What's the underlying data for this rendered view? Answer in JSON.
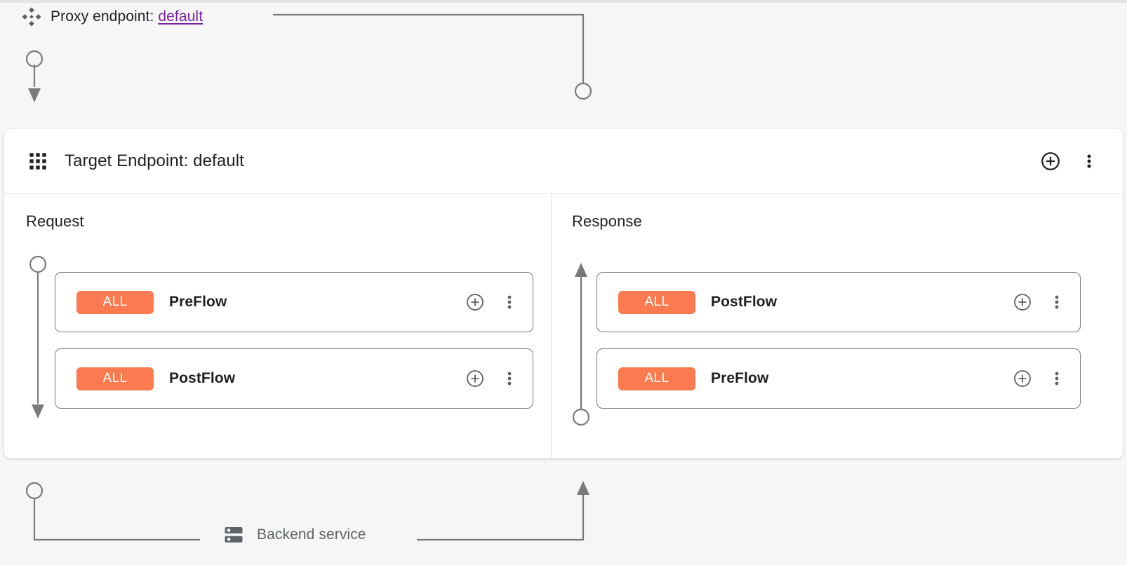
{
  "proxy": {
    "icon": "proxy-endpoint-icon",
    "label": "Proxy endpoint:",
    "endpoint_name": "default"
  },
  "target_panel": {
    "icon": "apps-grid-icon",
    "title": "Target Endpoint: default",
    "actions": [
      {
        "icon": "add-circle-icon",
        "name": "add"
      },
      {
        "icon": "more-vert-icon",
        "name": "more-options"
      }
    ],
    "columns": [
      {
        "id": "request",
        "label": "Request",
        "direction": "down",
        "flows": [
          {
            "badge": "ALL",
            "name": "PreFlow"
          },
          {
            "badge": "ALL",
            "name": "PostFlow"
          }
        ]
      },
      {
        "id": "response",
        "label": "Response",
        "direction": "up",
        "flows": [
          {
            "badge": "ALL",
            "name": "PostFlow"
          },
          {
            "badge": "ALL",
            "name": "PreFlow"
          }
        ]
      }
    ]
  },
  "backend": {
    "icon": "dns-server-icon",
    "label": "Backend service"
  },
  "colors": {
    "background": "#f5f6f6",
    "panel": "#ffffff",
    "badge_orange": "#fb7a4f",
    "link_purple": "#7b219f",
    "wire_gray": "#7a7a7a",
    "text_primary": "#202124",
    "text_secondary": "#5f6368"
  }
}
